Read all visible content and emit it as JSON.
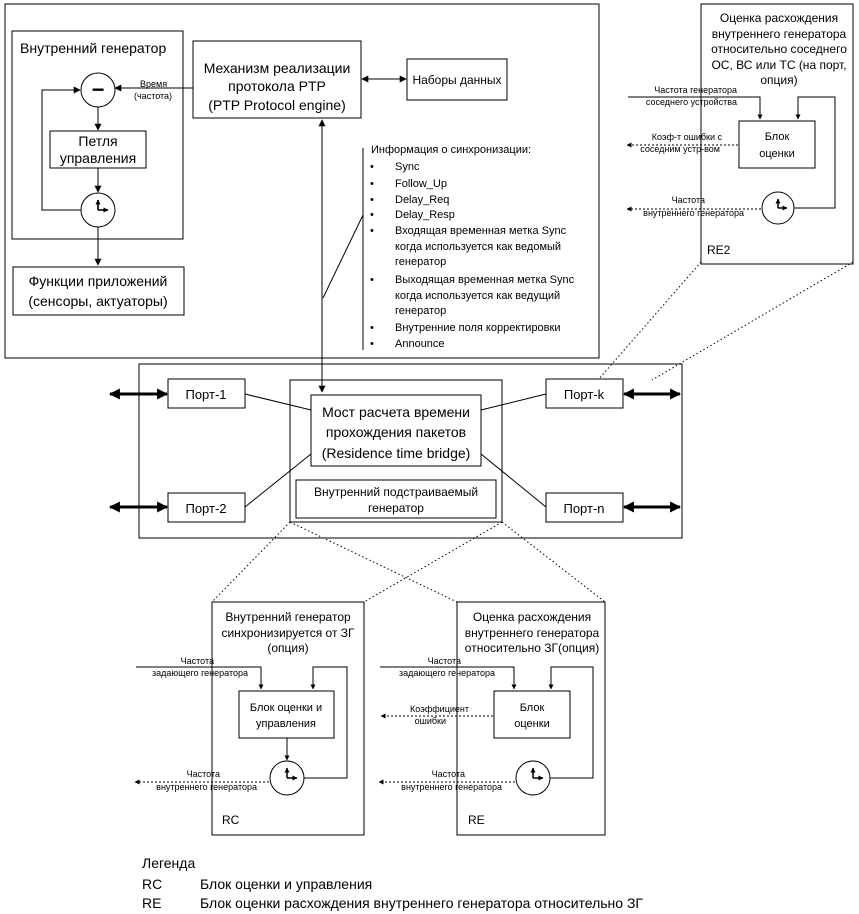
{
  "top": {
    "internal_oscillator": {
      "title": "Внутренний генератор",
      "minus": "−",
      "loop": [
        "Петля",
        "управления"
      ],
      "time_label": [
        "Время",
        "(частота)"
      ]
    },
    "applications": [
      "Функции приложений",
      "(сенсоры, актуаторы)"
    ],
    "ptp_engine": [
      "Механизм реализации",
      "протокола PTP",
      "(PTP Protocol engine)"
    ],
    "datasets": "Наборы данных",
    "sync_info": {
      "title": "Информация о синхронизации:",
      "bullet": "•",
      "items": [
        [
          "Sync"
        ],
        [
          "Follow_Up"
        ],
        [
          "Delay_Req"
        ],
        [
          "Delay_Resp"
        ],
        [
          "Входящая временная метка Sync",
          "когда используется как ведомый",
          "генератор"
        ],
        [
          "Выходящая временная метка Sync",
          "когда используется как ведущий",
          "генератор"
        ],
        [
          "Внутренние поля корректировки"
        ],
        [
          "Announce"
        ]
      ]
    }
  },
  "re2": {
    "title": [
      "Оценка расхождения",
      "внутреннего генератора",
      "относительно соседнего",
      "ОС, ВС или ТС (на порт,",
      "опция)"
    ],
    "in_freq": [
      "Частота генератора",
      "соседнего устройства"
    ],
    "coef": [
      "Коэф-т ошибки с",
      "соседним устр-вом"
    ],
    "out_freq": [
      "Частота",
      "внутреннего генератора"
    ],
    "block": [
      "Блок",
      "оценки"
    ],
    "tag": "RE2"
  },
  "bridge": {
    "ports": [
      "Порт-1",
      "Порт-2",
      "Порт-k",
      "Порт-n"
    ],
    "residence": [
      "Мост расчета времени",
      "прохождения пакетов",
      "(Residence time bridge)"
    ],
    "tunable": [
      "Внутренний подстраиваемый",
      "генератор"
    ]
  },
  "rc": {
    "title": [
      "Внутренний генератор",
      "синхронизируется от ЗГ",
      "(опция)"
    ],
    "in_freq": [
      "Частота",
      "задающего генератора"
    ],
    "block": [
      "Блок оценки и",
      "управления"
    ],
    "out_freq": [
      "Частота",
      "внутреннего генератора"
    ],
    "tag": "RC"
  },
  "re": {
    "title": [
      "Оценка расхождения",
      "внутреннего генератора",
      "относительно ЗГ(опция)"
    ],
    "in_freq": [
      "Частота",
      "задающего генератора"
    ],
    "coef": [
      "Коэффициент",
      "ошибки"
    ],
    "block": [
      "Блок",
      "оценки"
    ],
    "out_freq": [
      "Частота",
      "внутреннего генератора"
    ],
    "tag": "RE"
  },
  "legend": {
    "title": "Легенда",
    "entries": [
      {
        "abbr": "RC",
        "text": "Блок оценки и управления"
      },
      {
        "abbr": "RE",
        "text": "Блок оценки расхождения внутреннего генератора относительно ЗГ"
      }
    ]
  }
}
